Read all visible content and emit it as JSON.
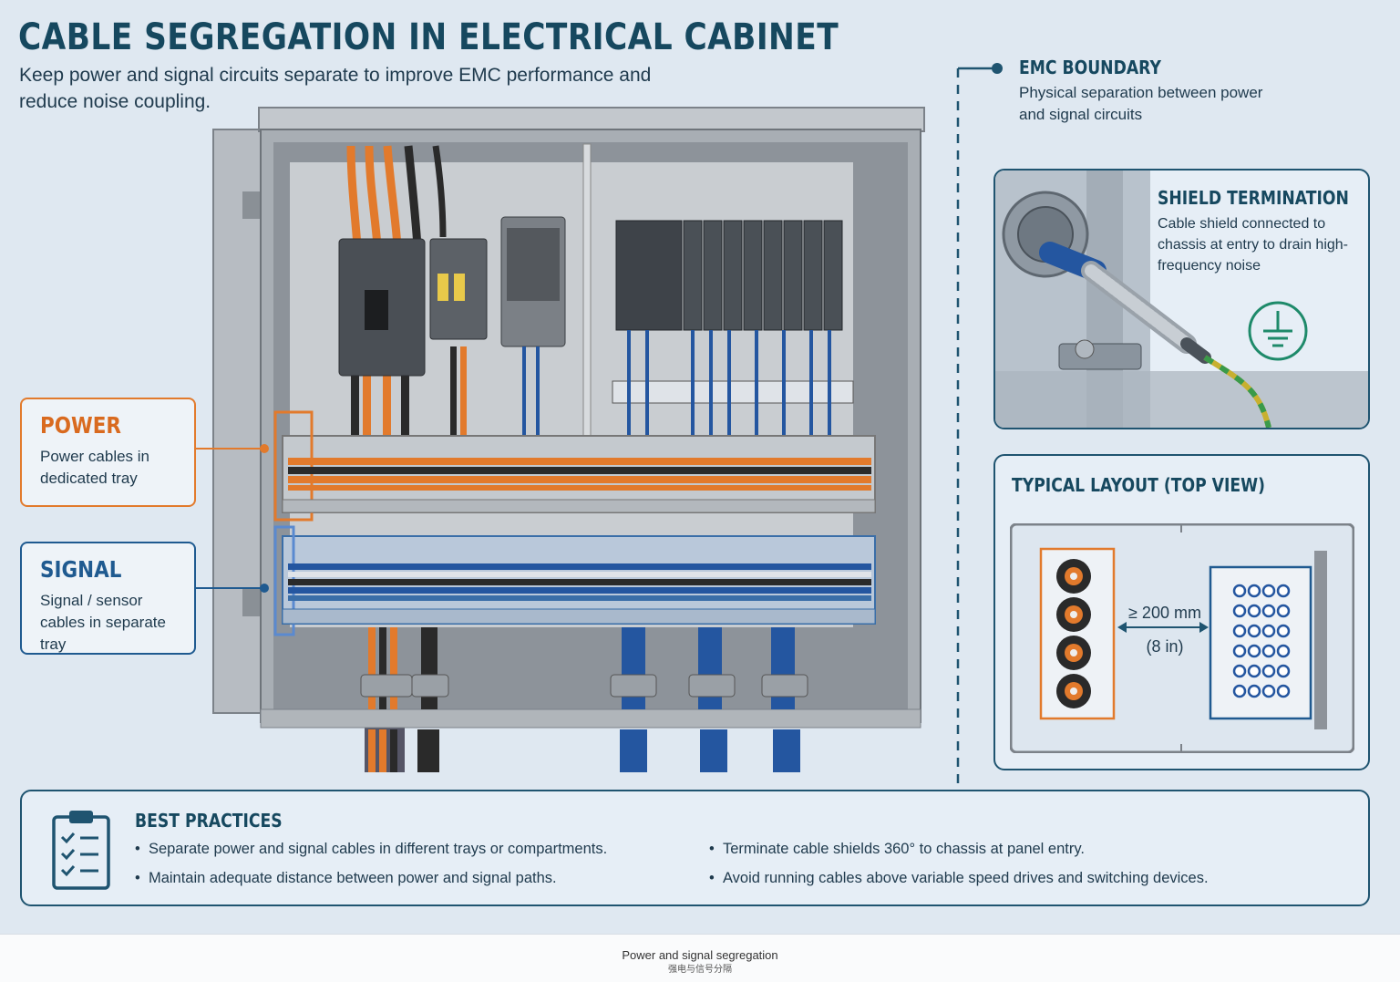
{
  "title": "CABLE SEGREGATION IN ELECTRICAL CABINET",
  "subtitle": "Keep power and signal circuits separate to improve EMC performance and reduce noise coupling.",
  "power": {
    "heading": "POWER",
    "text": "Power cables in dedicated tray"
  },
  "signal": {
    "heading": "SIGNAL",
    "text": "Signal / sensor cables in separate tray"
  },
  "emc": {
    "heading": "EMC BOUNDARY",
    "text": "Physical separation between power and signal circuits"
  },
  "shield": {
    "heading": "SHIELD TERMINATION",
    "text": "Cable shield connected to chassis at entry to drain high-frequency noise"
  },
  "layout": {
    "heading": "TYPICAL LAYOUT (TOP VIEW)",
    "distance": "≥ 200 mm",
    "distance_imperial": "(8 in)"
  },
  "best_practices": {
    "heading": "BEST PRACTICES",
    "items": [
      "Separate power and signal cables in different trays or compartments.",
      "Maintain adequate distance between power and signal paths.",
      "Terminate cable shields 360° to chassis at panel entry.",
      "Avoid running cables above variable speed drives and switching devices."
    ]
  },
  "caption": {
    "line1": "Power and signal segregation",
    "line2": "强电与信号分隔"
  },
  "colors": {
    "power": "#e27a2c",
    "signal": "#1f5a90",
    "heading": "#16485f",
    "ground": "#1e8a6a"
  },
  "icons": [
    "ground-icon",
    "checklist-icon"
  ]
}
